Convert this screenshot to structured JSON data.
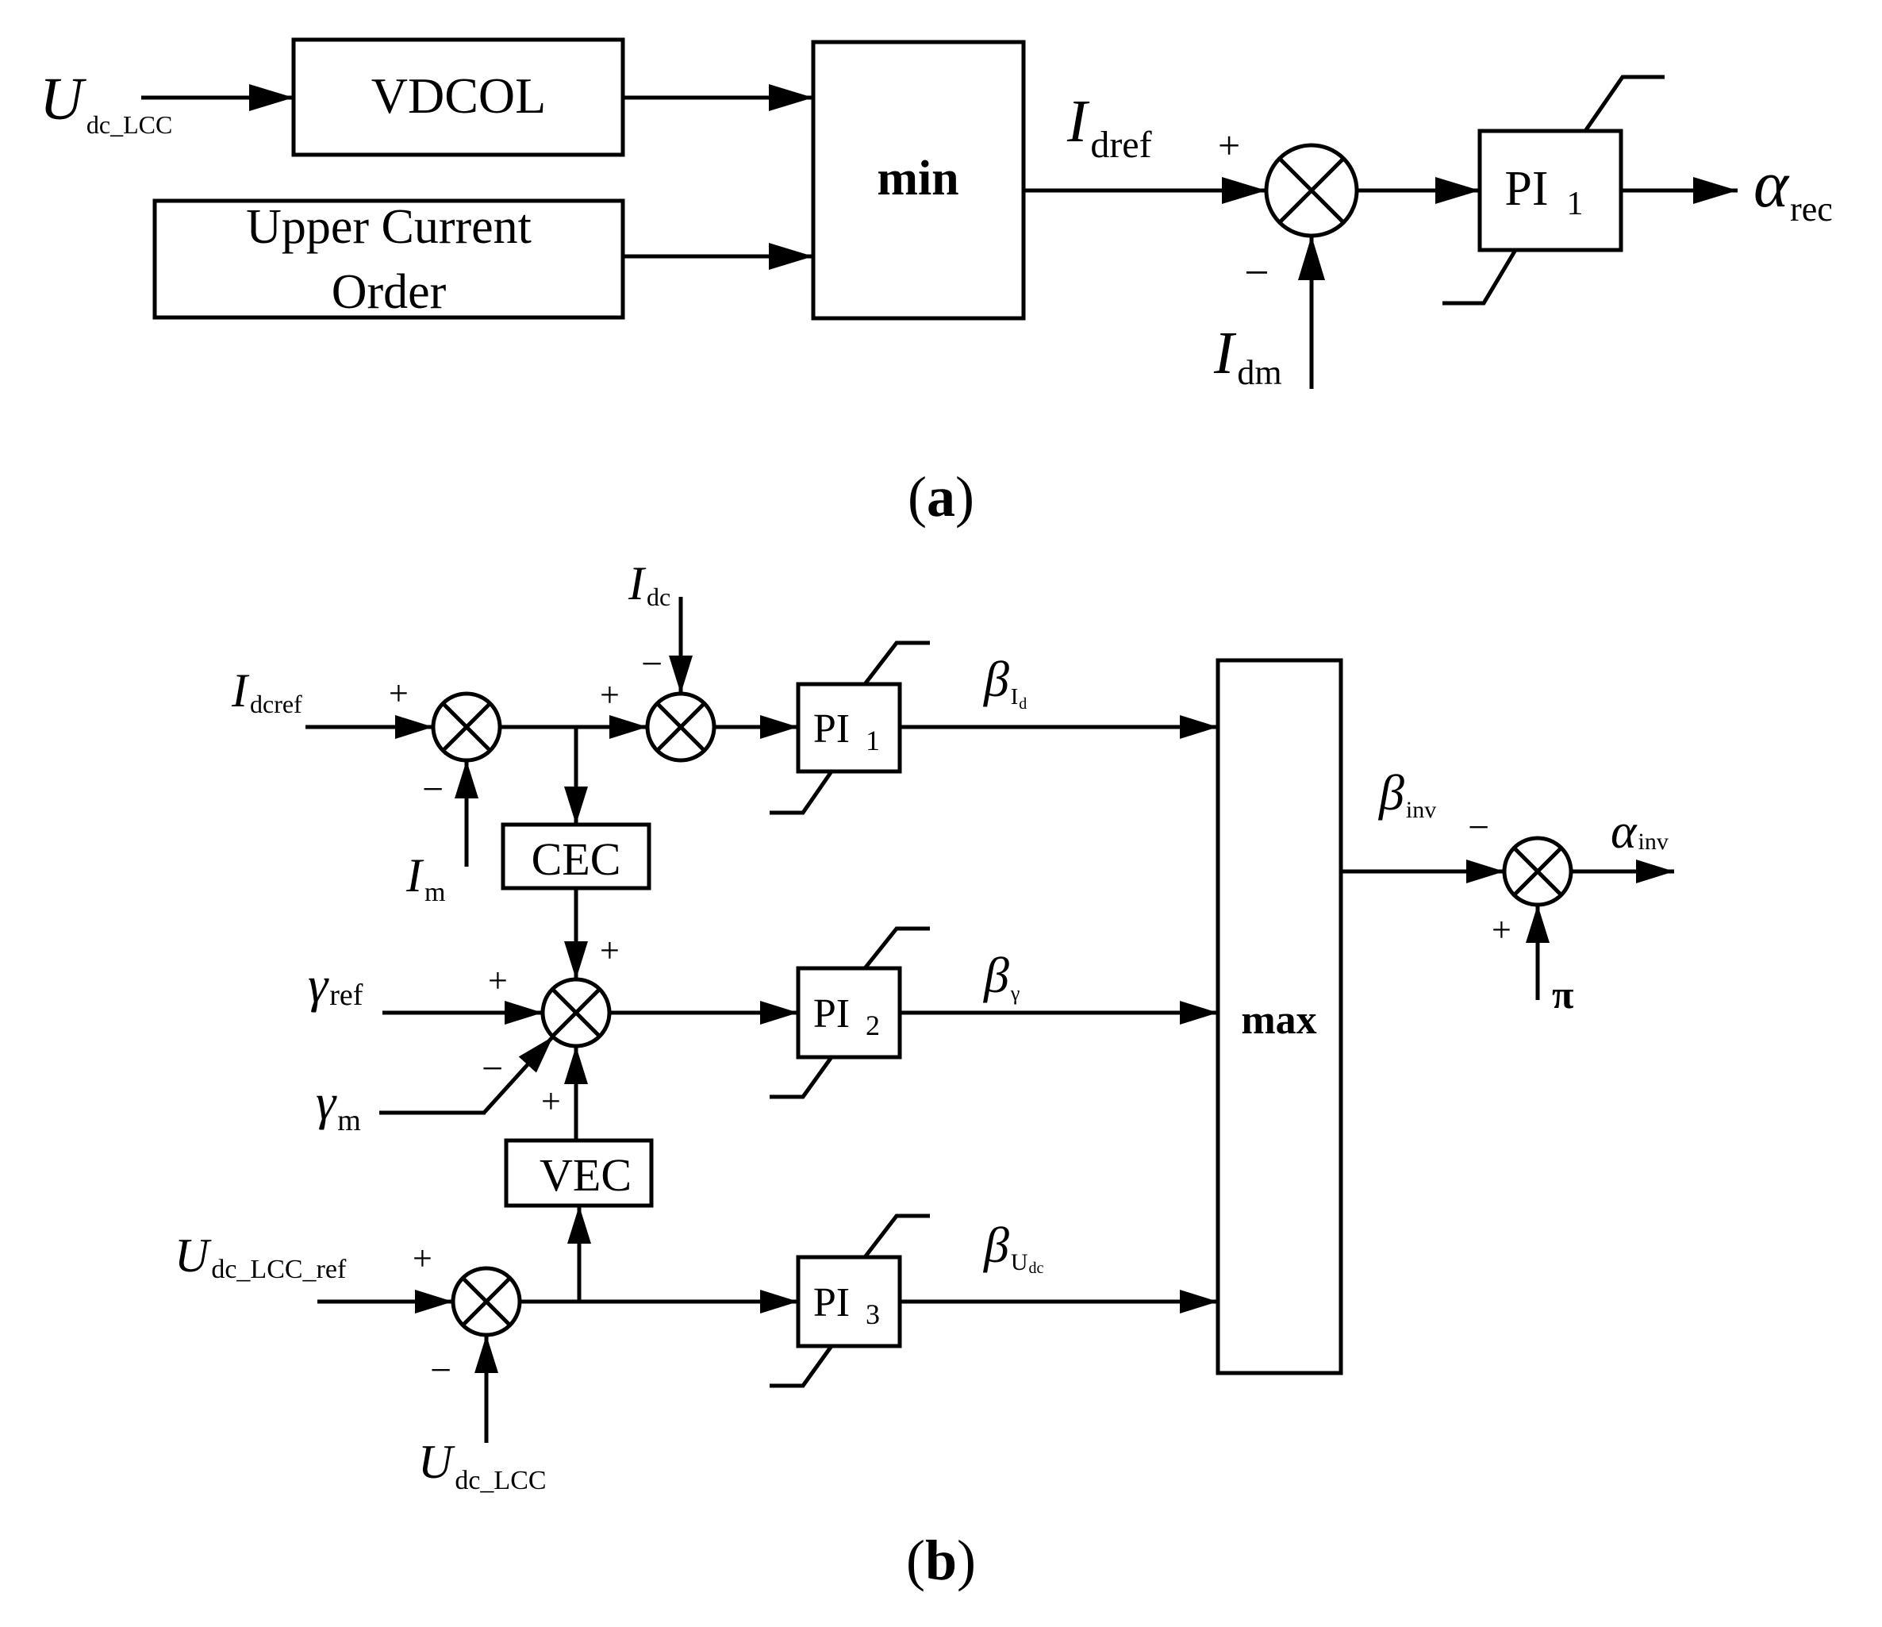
{
  "diagram_a": {
    "caption": {
      "open": "(",
      "letter": "a",
      "close": ")"
    },
    "blocks": {
      "vdcol": "VDCOL",
      "upper_line1": "Upper Current",
      "upper_line2": "Order",
      "min": "min",
      "pi": "PI",
      "pi_sub": "1"
    },
    "signals": {
      "udc": {
        "main": "U",
        "sub": "dc_LCC"
      },
      "idref": {
        "main": "I",
        "sub": "dref"
      },
      "idm": {
        "main": "I",
        "sub": "dm"
      },
      "alpha_rec": {
        "main": "α",
        "sub": "rec"
      }
    },
    "signs": {
      "plus": "+",
      "minus": "−"
    }
  },
  "diagram_b": {
    "caption": {
      "open": "(",
      "letter": "b",
      "close": ")"
    },
    "blocks": {
      "cec": "CEC",
      "vec": "VEC",
      "max": "max",
      "pi1": "PI",
      "pi1_sub": "1",
      "pi2": "PI",
      "pi2_sub": "2",
      "pi3": "PI",
      "pi3_sub": "3"
    },
    "signals": {
      "idcref": {
        "main": "I",
        "sub": "dcref"
      },
      "idc": {
        "main": "I",
        "sub": "dc"
      },
      "im": {
        "main": "I",
        "sub": "m"
      },
      "gamma_ref": {
        "main": "γ",
        "sub": "ref"
      },
      "gamma_m": {
        "main": "γ",
        "sub": "m"
      },
      "udc_ref": {
        "main": "U",
        "sub": "dc_LCC_ref"
      },
      "udc_lcc": {
        "main": "U",
        "sub": "dc_LCC"
      },
      "beta_id": {
        "main": "β",
        "sub": "I",
        "subsub": "d"
      },
      "beta_gamma": {
        "main": "β",
        "sub": "γ"
      },
      "beta_udc": {
        "main": "β",
        "sub": "U",
        "subsub": "dc"
      },
      "beta_inv": {
        "main": "β",
        "sub": "inv"
      },
      "alpha_inv": {
        "main": "α",
        "sub": "inv"
      },
      "pi_const": "π"
    },
    "signs": {
      "plus": "+",
      "minus": "−"
    }
  }
}
